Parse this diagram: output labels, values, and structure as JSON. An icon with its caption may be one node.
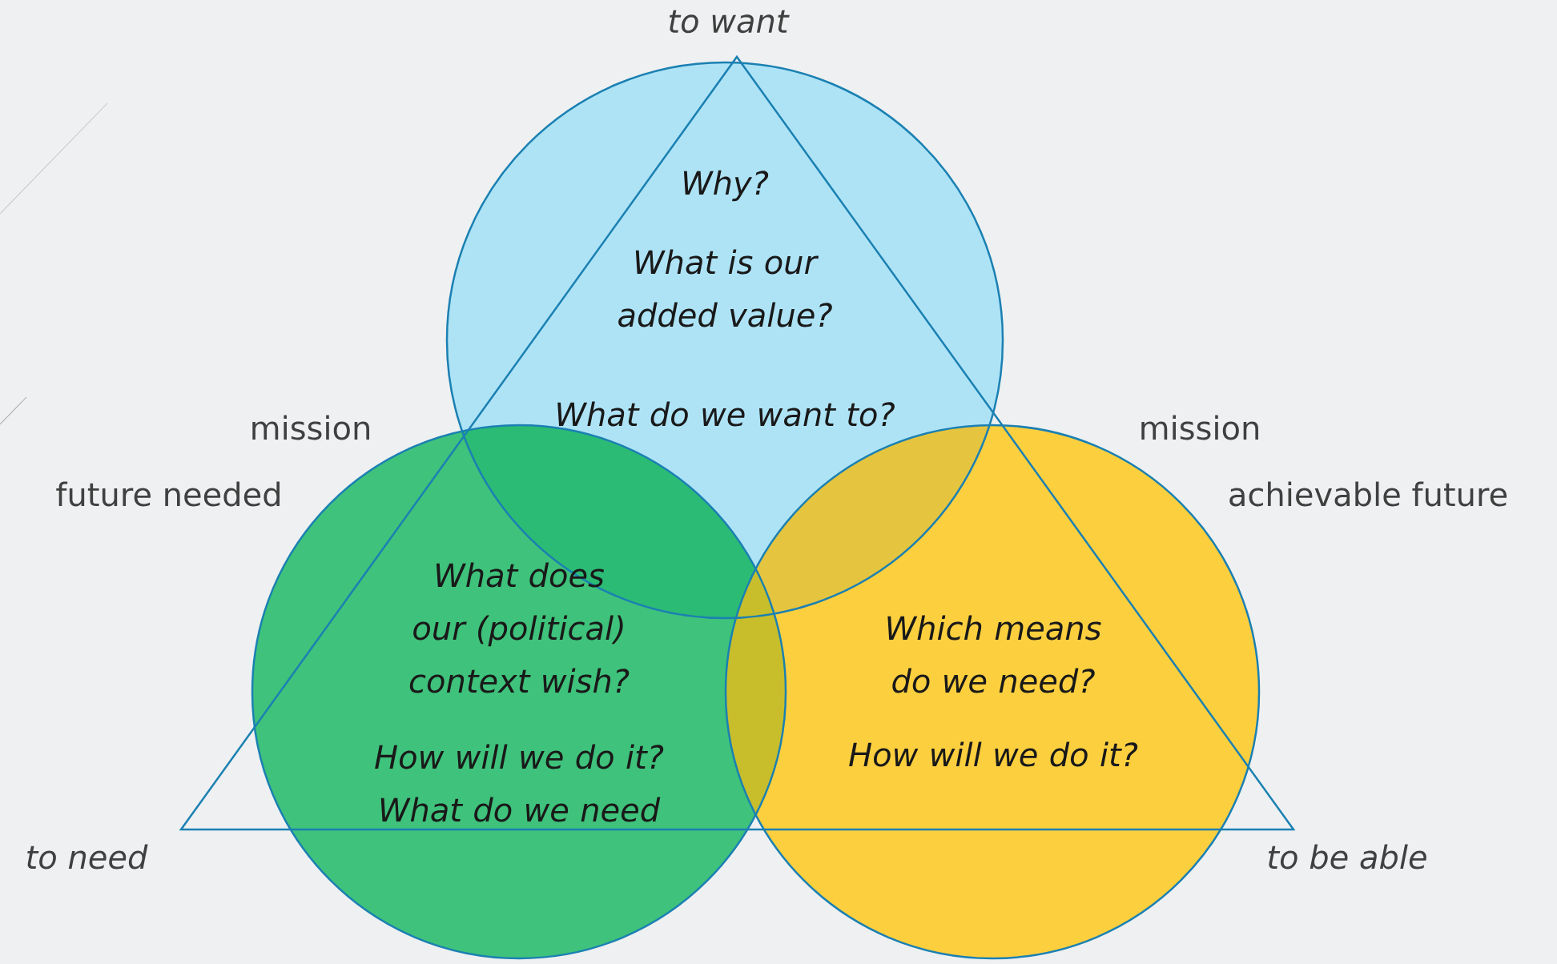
{
  "diagram": {
    "nodes": [
      {
        "text": [
          "Why?",
          "What is our added value?",
          "What do we want to?"
        ]
      },
      {
        "text": [
          "What does our (political) context wish?",
          "How will we do it? What do we need"
        ]
      },
      {
        "text": [
          "Which means do we need?",
          "How will we do it?"
        ]
      }
    ],
    "labels": [
      "to want",
      "mission",
      "mission",
      "future needed",
      "achievable future",
      "to need",
      "to be able"
    ]
  }
}
